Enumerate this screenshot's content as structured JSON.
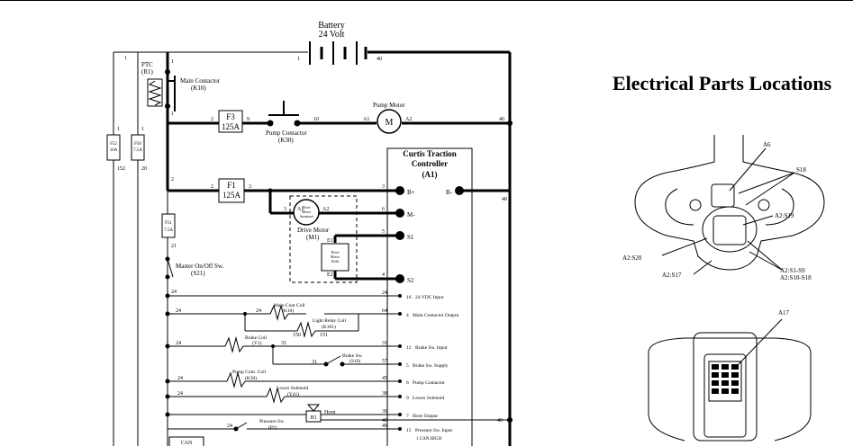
{
  "schematic": {
    "battery": {
      "name": "Battery",
      "voltage": "24 Volt",
      "pin_left": "1",
      "pin_right": "40"
    },
    "ptc": {
      "name": "PTC",
      "ref": "(R1)",
      "pin": "1",
      "pin2": "1"
    },
    "main_contactor": {
      "name": "Main Contactor",
      "ref": "(K10)"
    },
    "f3": {
      "name": "F3",
      "rating": "125A",
      "pin_in": "2",
      "pin_out": "9"
    },
    "pump_contactor": {
      "name": "Pump Contactor",
      "ref": "(K30)",
      "pin_out": "10"
    },
    "pump_motor": {
      "name": "Pump Motor",
      "letter": "M",
      "a1": "A1",
      "a2": "A2",
      "pin_right": "40"
    },
    "f52": {
      "name": "F52",
      "rating": "10A",
      "pin_top": "1",
      "pin_bottom": "152"
    },
    "f50": {
      "name": "F50",
      "rating": "7.5A",
      "pin_top": "1",
      "pin_bottom": "20"
    },
    "wire_top_left": "1",
    "f1": {
      "name": "F1",
      "rating": "125A",
      "pin_in": "2",
      "pin_out": "3",
      "pin_left": "2"
    },
    "drive_motor": {
      "name": "Drive Motor",
      "ref": "(M1)",
      "armature": [
        "Drive",
        "Motor",
        "Armature"
      ],
      "field": [
        "Drive",
        "Motor",
        "Field"
      ],
      "a1": "A1",
      "a2": "A2",
      "e1": "E1",
      "e2": "E2",
      "pin_3": "3",
      "pin_6": "6"
    },
    "f51": {
      "name": "F51",
      "rating": "7.5A",
      "pin_bottom": "21"
    },
    "master_switch": {
      "name": "Master On/Off Sw.",
      "ref": "(S21)"
    },
    "controller": {
      "line1": "Curtis Traction",
      "line2": "Controller",
      "ref": "(A1)",
      "b_plus": "B+",
      "b_minus": "B-",
      "m_minus": "M-",
      "s1": "S1",
      "s2": "S2",
      "pin_bplus": "3",
      "pin_mminus": "6",
      "pin_s1": "5",
      "pin_s2": "4",
      "pin_bminus": "40"
    },
    "inputs": [
      {
        "pin": "16",
        "label": "24 VDC Input",
        "left_wire": "24",
        "right_wire": "24"
      },
      {
        "pin": "4",
        "label": "Main Contactor Output",
        "left_wire": "24",
        "right_wire": "64"
      },
      {
        "pin": "12",
        "label": "Brake Sw. Input",
        "left_wire": "24",
        "right_wire": "31"
      },
      {
        "pin": "5",
        "label": "Brake Sw. Supply",
        "left_wire": "",
        "right_wire": "57"
      },
      {
        "pin": "6",
        "label": "Pump Contactor",
        "left_wire": "24",
        "right_wire": "45"
      },
      {
        "pin": "9",
        "label": "Lower Solenoid",
        "left_wire": "24",
        "right_wire": "38"
      },
      {
        "pin": "7",
        "label": "Horn Output",
        "left_wire": "",
        "right_wire": "39"
      },
      {
        "pin": "15",
        "label": "Pressure Sw. Input",
        "left_wire": "24",
        "right_wire": "49"
      }
    ],
    "main_cont_coil": {
      "name": "Main Cont Coil",
      "ref": "(K10)",
      "wire": "24"
    },
    "light_relay_coil": {
      "name": "Light Relay Coil",
      "ref": "(K101)",
      "w1": "150",
      "w2": "151"
    },
    "brake_coil": {
      "name": "Brake Coil",
      "ref": "(Y1)",
      "wire": "31"
    },
    "brake_sw": {
      "name": "Brake Sw.",
      "ref": "(S10)",
      "wire": "31"
    },
    "pump_cont_coil": {
      "name": "Pump Cont. Coil",
      "ref": "(K30)"
    },
    "lower_solenoid": {
      "name": "Lower Solenoid",
      "ref": "(Y41)"
    },
    "horn": {
      "name": "Horn",
      "ref": "H1",
      "wire_in": "40"
    },
    "pressure_sw": {
      "name": "Pressure Sw.",
      "ref": "(P2)",
      "wire": "24"
    },
    "can": "CAN",
    "can_high": "1 CAN HIGH",
    "right_40_a": "40",
    "right_40_b": "40"
  },
  "parts": {
    "title": "Electrical Parts Locations",
    "labels": [
      "A6",
      "S18",
      "A2:S19",
      "A2:S20",
      "A2:S17",
      "A2:S1-S9",
      "A2:S10-S18",
      "A17"
    ]
  }
}
